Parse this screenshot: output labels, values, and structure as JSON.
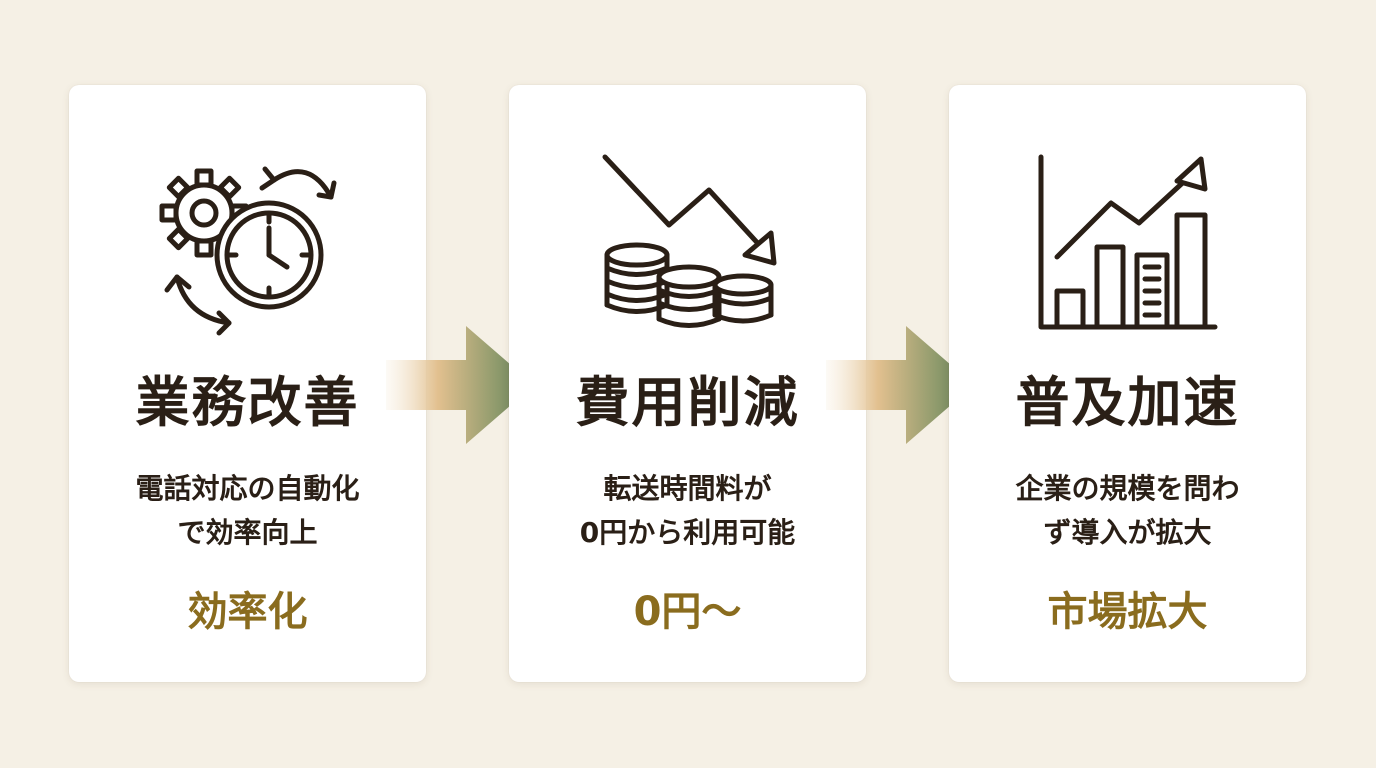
{
  "colors": {
    "background": "#f5f0e5",
    "card": "#ffffff",
    "title": "#2a1f16",
    "accent_tag": "#8a6c1e",
    "arrow_start": "#e7c79a",
    "arrow_end": "#5d7a58"
  },
  "cards": [
    {
      "icon": "gear-clock-cycle-icon",
      "title": "業務改善",
      "desc_line1": "電話対応の自動化",
      "desc_line2": "で効率向上",
      "tag": "効率化"
    },
    {
      "icon": "coins-down-trend-icon",
      "title": "費用削減",
      "desc_line1": "転送時間料が",
      "desc_line2": "0円から利用可能",
      "tag": "0円〜"
    },
    {
      "icon": "bar-chart-growth-icon",
      "title": "普及加速",
      "desc_line1": "企業の規模を問わ",
      "desc_line2": "ず導入が拡大",
      "tag": "市場拡大"
    }
  ],
  "arrows": [
    {
      "icon": "right-arrow-icon"
    },
    {
      "icon": "right-arrow-icon"
    }
  ]
}
